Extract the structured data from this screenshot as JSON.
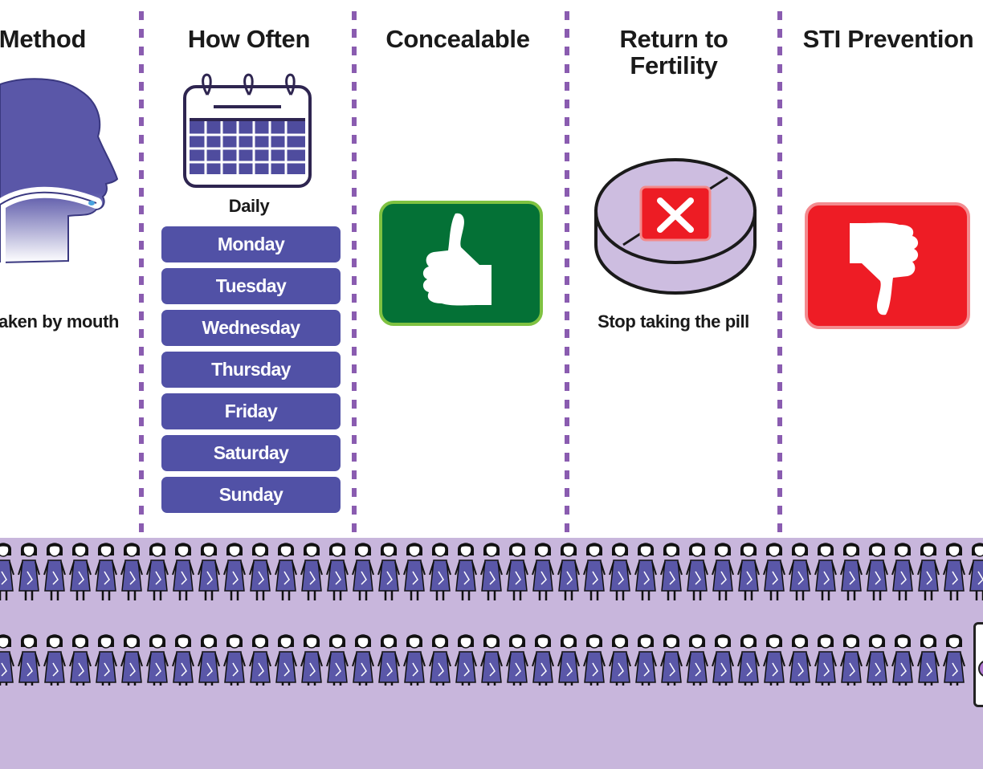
{
  "columns": {
    "method": {
      "title": "Method",
      "caption": "aken by mouth"
    },
    "how_often": {
      "title": "How Often",
      "frequency": "Daily",
      "days": [
        "Monday",
        "Tuesday",
        "Wednesday",
        "Thursday",
        "Friday",
        "Saturday",
        "Sunday"
      ]
    },
    "concealable": {
      "title": "Concealable",
      "rating": "thumbs-up"
    },
    "return_to_fertility": {
      "title_line1": "Return to",
      "title_line2": "Fertility",
      "caption": "Stop taking the pill"
    },
    "sti_prevention": {
      "title": "STI Prevention",
      "rating": "thumbs-down"
    }
  },
  "colors": {
    "head": "#5a57a8",
    "calendar": "#4f4c9e",
    "days": "#5151a6",
    "thumb_up_bg": "#047136",
    "thumb_up_border": "#7fc241",
    "thumb_down_bg": "#ee1c25",
    "thumb_down_border": "#f38b8f",
    "pill": "#cdbde0",
    "x_box": "#ed1c24",
    "divider": "#8a5cb0",
    "band": "#c8b6dc"
  },
  "icons": [
    "head-profile-icon",
    "calendar-icon",
    "thumbs-up-icon",
    "pill-x-icon",
    "thumbs-down-icon",
    "woman-figure-icon"
  ]
}
